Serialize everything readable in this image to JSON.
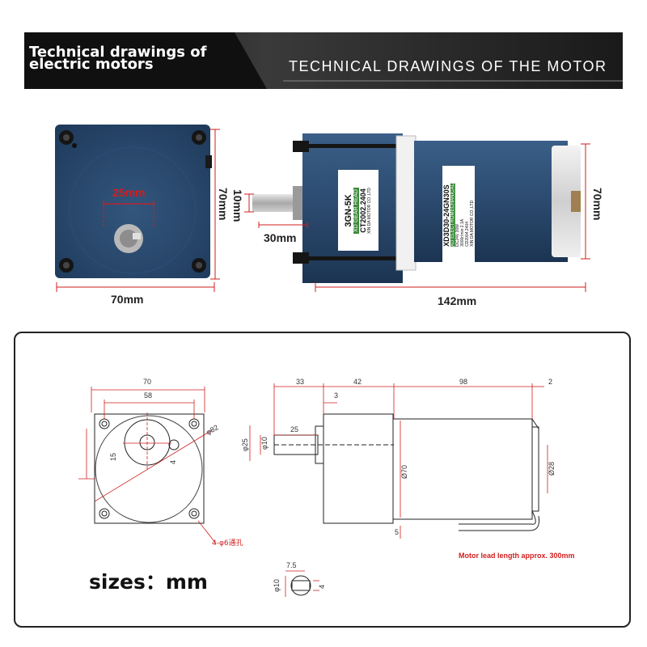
{
  "header": {
    "title_line1": "Technical drawings of",
    "title_line2": "electric motors",
    "subtitle": "TECHNICAL DRAWINGS OF THE MOTOR"
  },
  "photo_dims": {
    "front_shaft": "25mm",
    "front_height": "70mm",
    "front_width": "70mm",
    "shaft_dia": "10mm",
    "shaft_len": "30mm",
    "body_length": "142mm",
    "motor_height": "70mm"
  },
  "gearbox_label": {
    "model": "3GN-5K",
    "code": "CT2002.2404",
    "tag": "XD",
    "type": "GEAR HEAD"
  },
  "motor_label": {
    "model": "XD3D30-24GN30S",
    "tag": "XD",
    "type": "ELECTROMECHANICAL",
    "spec1": "DC24V",
    "spec2": "30W",
    "spec3": "3000r/min",
    "spec4": "2.1A",
    "code": "CD2004.2404",
    "maker": "XIN DA MOTOR CO.,LTD",
    "maker_gear": "XIN DA MOTOR CO.,LTD"
  },
  "drawing": {
    "d70": "70",
    "d58": "58",
    "d82": "φ82",
    "d15": "15",
    "d4": "4",
    "holes": "4-φ6通孔",
    "d33": "33",
    "d42": "42",
    "d98": "98",
    "d2": "2",
    "d3": "3",
    "d25": "25",
    "dphi25": "φ25",
    "dphi10": "φ10",
    "dphi70": "Ø70",
    "dphi28": "Ø28",
    "d5": "5",
    "lead_note": "Motor lead length approx. 300mm",
    "sizes": "sizes：mm",
    "key_75": "7.5",
    "key_phi10": "φ10",
    "key_4": "4"
  },
  "colors": {
    "motor_blue": "#2b4a6e",
    "accent_red": "#d21e1e"
  }
}
